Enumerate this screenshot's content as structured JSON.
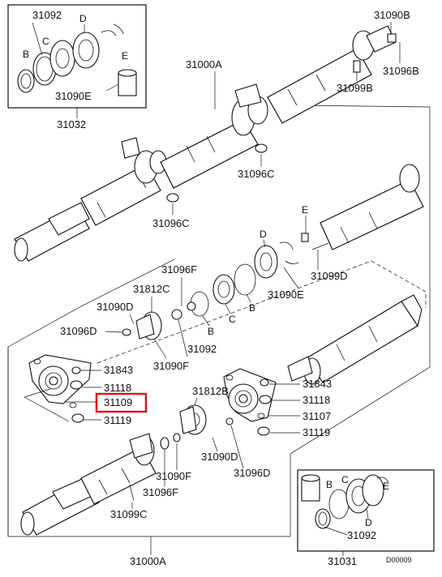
{
  "diagram_code": "D00009",
  "labels": {
    "a31092": "31092",
    "a31090b": "31090B",
    "aB": "B",
    "aC": "C",
    "aD": "D",
    "aE": "E",
    "a31096b": "31096B",
    "a31090e": "31090E",
    "a31000a": "31000A",
    "a31099b": "31099B",
    "a31032": "31032",
    "a31096c1": "31096C",
    "a31096c2": "31096C",
    "rE": "E",
    "rD": "D",
    "r31096f": "31096F",
    "r31812c": "31812C",
    "r31090d": "31090D",
    "r31099d": "31099D",
    "r31090e": "31090E",
    "rC": "C",
    "rB": "B",
    "r31096d": "31096D",
    "rB2": "B",
    "r31092": "31092",
    "r31090f": "31090F",
    "l31843": "31843",
    "l31118": "31118",
    "l31109": "31109",
    "l31119": "31119",
    "m31812b": "31812B",
    "m31843": "31843",
    "m31118": "31118",
    "m31107": "31107",
    "m31119": "31119",
    "m31090d": "31090D",
    "m31096d": "31096D",
    "b31090f": "31090F",
    "b31096f": "31096F",
    "b31099c": "31099C",
    "bB": "B",
    "bC": "C",
    "bE": "E",
    "bD": "D",
    "b31092": "31092",
    "b31000a": "31000A",
    "b31031": "31031"
  },
  "colors": {
    "highlight": "#e0141e",
    "ink": "#111111"
  }
}
